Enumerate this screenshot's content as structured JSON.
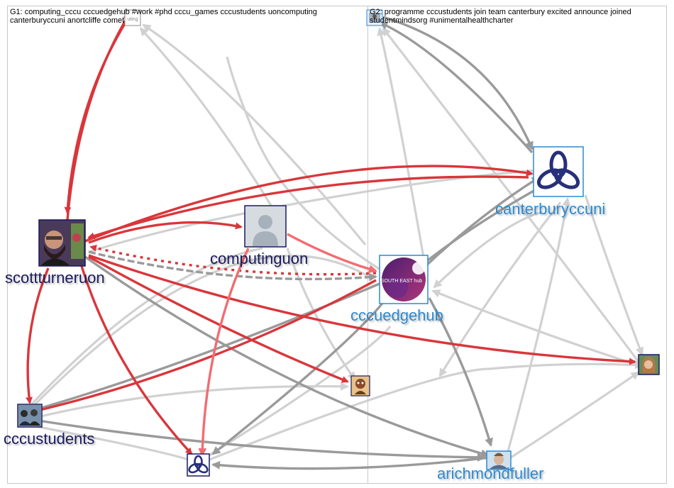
{
  "groups": [
    {
      "id": "g1",
      "title_line1": "G1: computing_cccu cccuedgehub #work #phd cccu_games cccustudents uoncomputing",
      "title_line2": "canterburyccuni anortcliffe comet"
    },
    {
      "id": "g2",
      "title_line1": "G2: programme cccustudents join team canterbury excited announce joined",
      "title_line2": "studentmindsorg #unimentalhealthcharter"
    }
  ],
  "colors": {
    "group1_edge": "#d9363b",
    "group1_edge_alt": "#e8474c",
    "between_edge": "#9a9a9a",
    "light_edge": "#cdcdcd",
    "label_dark": "#1a1a5e",
    "label_blue": "#2a8ad4",
    "frame": "#c8c8c8"
  },
  "nodes": [
    {
      "id": "scottturneruon",
      "label": "scottturneruon",
      "label_color": "#1a1a5e",
      "icon": "bearded-man-photo-icon"
    },
    {
      "id": "computinguon",
      "label": "computinguon",
      "label_color": "#1a1a5e",
      "icon": "default-avatar-icon"
    },
    {
      "id": "cccustudents",
      "label": "cccustudents",
      "label_color": "#1a1a5e",
      "icon": "students-photo-icon"
    },
    {
      "id": "canterburyccuni",
      "label": "canterburyccuni",
      "label_color": "#2a8ad4",
      "icon": "cccu-trefoil-logo-icon"
    },
    {
      "id": "cccuedgehub",
      "label": "cccuedgehub",
      "label_color": "#2a8ad4",
      "icon": "south-east-hub-logo-icon"
    },
    {
      "id": "arichmondfuller",
      "label": "arichmondfuller",
      "label_color": "#2a8ad4",
      "icon": "person-photo-icon"
    },
    {
      "id": "computing_cccu",
      "label": "",
      "icon": "computing-logo-icon"
    },
    {
      "id": "g2_top_node",
      "label": "",
      "icon": "small-photo-icon"
    },
    {
      "id": "comet_node",
      "label": "",
      "icon": "cartoon-avatar-icon"
    },
    {
      "id": "cccu_games_node",
      "label": "",
      "icon": "cccu-trefoil-logo-icon"
    },
    {
      "id": "woman_node",
      "label": "",
      "icon": "woman-photo-icon"
    }
  ]
}
